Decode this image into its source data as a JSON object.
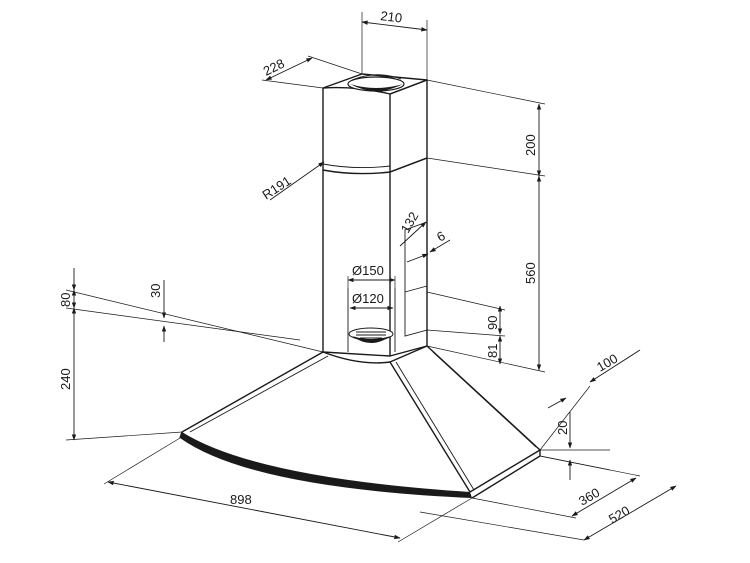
{
  "dimensions": {
    "chimney_width": "210",
    "chimney_depth": "228",
    "top_section_height": "200",
    "chimney_height": "560",
    "radius": "R191",
    "slot_height": "132",
    "slot_width": "6",
    "outlet_diameter_outer": "Ø150",
    "outlet_diameter_inner": "Ø120",
    "offset_80": "80",
    "offset_30": "30",
    "canopy_height": "240",
    "bracket_90": "90",
    "bracket_81": "81",
    "wall_offset": "100",
    "rim_height": "20",
    "total_width": "898",
    "inner_depth": "360",
    "total_depth": "520"
  }
}
